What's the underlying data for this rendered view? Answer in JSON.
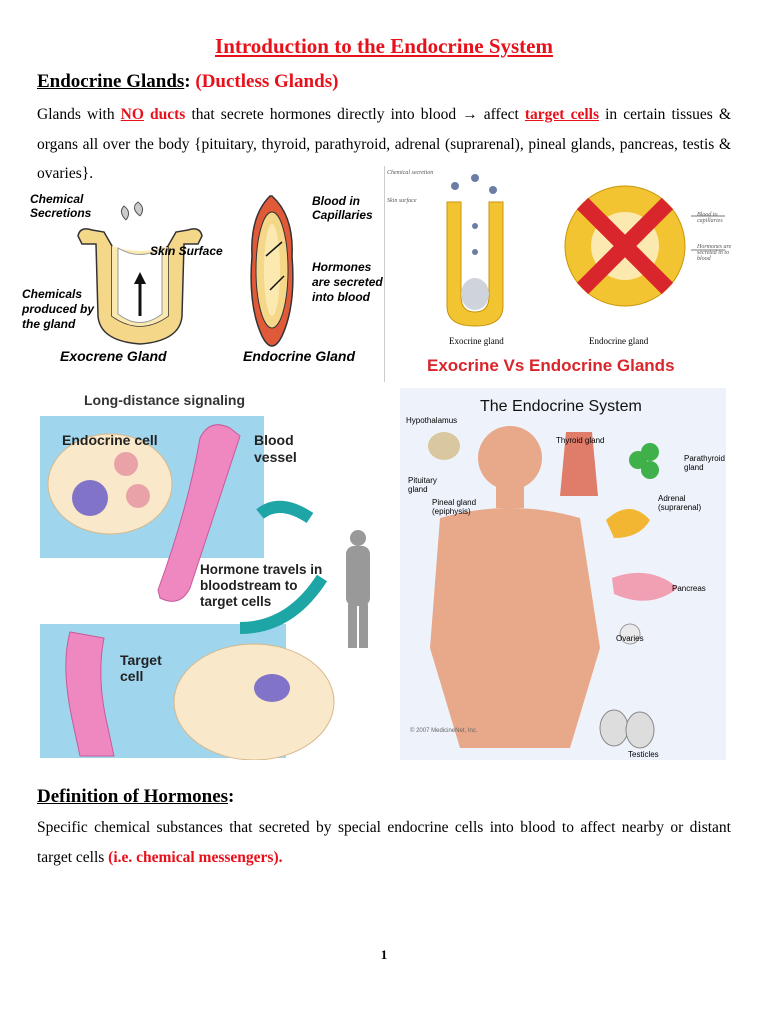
{
  "title": "Introduction to the Endocrine System",
  "section1": {
    "heading": "Endocrine Glands",
    "colon": ":",
    "subheading": "(Ductless Glands)",
    "p_part1": "Glands with ",
    "p_no": "NO",
    "p_ducts": " ducts",
    "p_part2": " that secrete hormones directly into blood → affect ",
    "p_target": "target cells",
    "p_part3": " in certain tissues & organs all over the body {pituitary, thyroid, parathyroid, adrenal (suprarenal), pineal glands, pancreas, testis & ovaries}."
  },
  "fig1": {
    "chemical_secretions": "Chemical Secretions",
    "skin_surface": "Skin Surface",
    "chemicals_produced": "Chemicals produced by the gland",
    "exocrine_gland": "Exocrene Gland",
    "blood_capillaries": "Blood in Capillaries",
    "hormones_secreted": "Hormones are secreted into blood",
    "endocrine_gland": "Endocrine Gland"
  },
  "fig2": {
    "chemical_secretion": "Chemical secretion",
    "skin_surface": "Skin surface",
    "blood_to_capillaries": "Blood to capillaries",
    "hormones_secreted": "Hormones are secreted in to blood",
    "exocrine_label": "Exocrine gland",
    "endocrine_label": "Endocrine gland",
    "caption": "Exocrine Vs Endocrine Glands"
  },
  "fig3": {
    "heading": "Long-distance signaling",
    "endocrine_cell": "Endocrine cell",
    "blood_vessel": "Blood vessel",
    "hormone_travels": "Hormone travels in bloodstream to target cells",
    "target_cell": "Target cell"
  },
  "fig4": {
    "heading": "The Endocrine System",
    "hypothalamus": "Hypothalamus",
    "pituitary": "Pituitary gland",
    "pineal": "Pineal gland (epiphysis)",
    "thyroid": "Thyroid gland",
    "parathyroid": "Parathyroid gland",
    "adrenal": "Adrenal (suprarenal)",
    "pancreas": "Pancreas",
    "ovaries": "Ovaries",
    "testicles": "Testicles",
    "copyright": "© 2007 MedicineNet, Inc."
  },
  "section2": {
    "heading": "Definition of Hormones",
    "colon": ":",
    "p_part1": "Specific chemical substances that secreted by special endocrine cells into blood to affect nearby or distant target cells ",
    "p_red": "(i.e. chemical messengers)."
  },
  "page_number": "1"
}
